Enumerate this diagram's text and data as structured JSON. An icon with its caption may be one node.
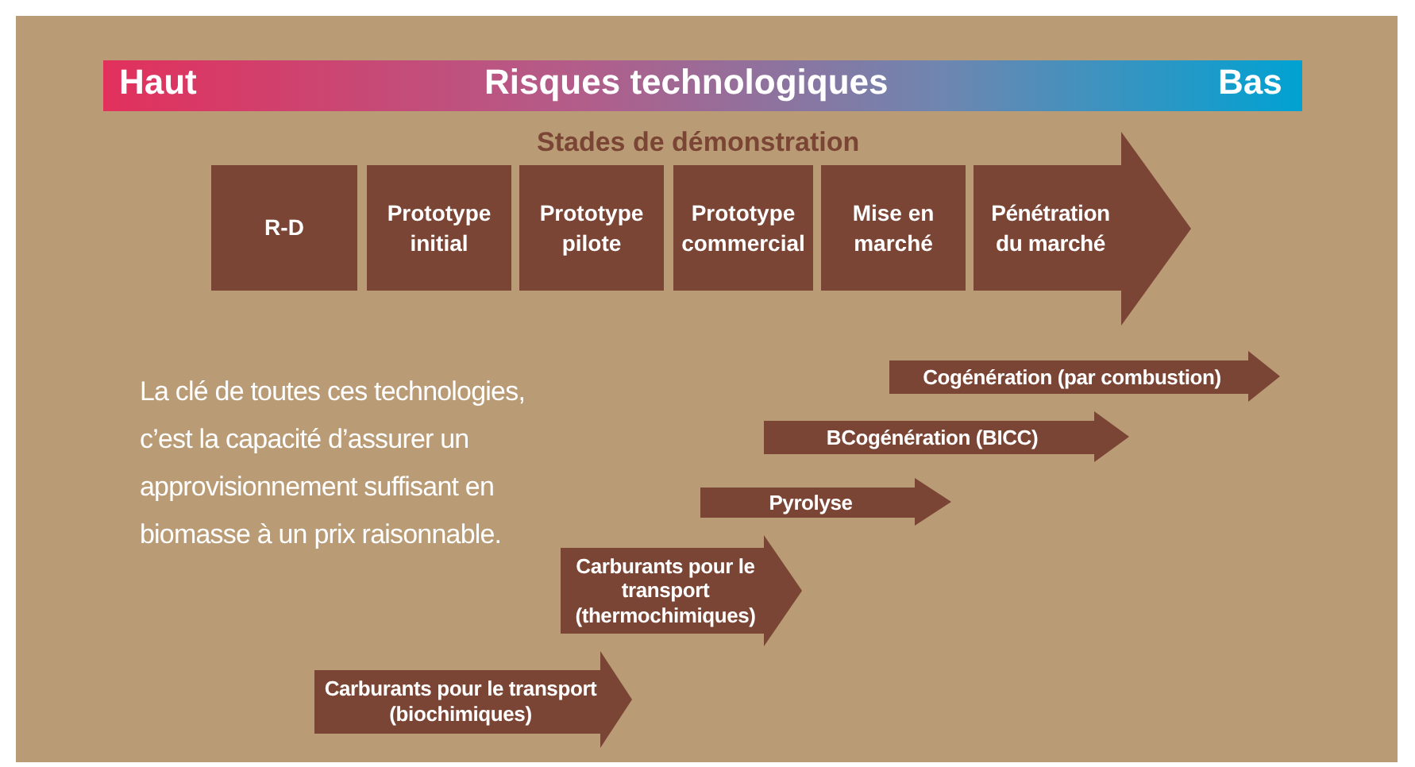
{
  "diagram": {
    "nodes": [
      {
        "text": [
          "R-D"
        ]
      },
      {
        "text": [
          "Prototype initial"
        ]
      },
      {
        "text": [
          "Prototype pilote"
        ]
      },
      {
        "text": [
          "Prototype commercial"
        ]
      },
      {
        "text": [
          "Mise en marché"
        ]
      },
      {
        "text": [
          "Pénétration du marché"
        ]
      },
      {
        "text": [
          "Cogénération (par combustion)"
        ]
      },
      {
        "text": [
          "BCogénération (BICC)"
        ]
      },
      {
        "text": [
          "Pyrolyse"
        ]
      },
      {
        "text": [
          "Carburants pour le transport (thermochimiques)"
        ]
      },
      {
        "text": [
          "Carburants pour le transport (biochimiques)"
        ]
      }
    ],
    "labels": [
      "Haut",
      "Risques technologiques",
      "Bas",
      "Stades de démonstration",
      "La clé de toutes ces technologies, c’est la capacité d’assurer un approvisionnement suffisant en biomasse à un prix raisonnable."
    ]
  }
}
